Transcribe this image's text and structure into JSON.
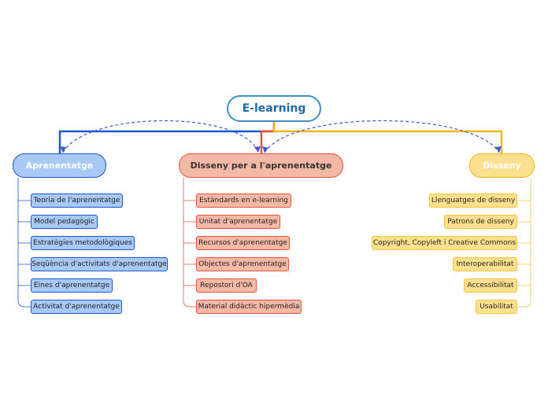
{
  "title": "E-learning",
  "colors": {
    "blue": "#1b58c8",
    "red": "#e4553a",
    "yellow": "#f3b61f",
    "dash": "#3b5bdb"
  },
  "branches": [
    {
      "label": "Aprenentatge",
      "items": [
        "Teoria de l'aprenentatge",
        "Model pedagògic",
        "Estratègies metodològiques",
        "Seqüència d'activitats d'aprenentatge",
        "Eines d'aprenentatge",
        "Activitat d'aprenentatge"
      ]
    },
    {
      "label": "Disseny per a l'aprenentatge",
      "items": [
        "Estàndards en e-learning",
        "Unitat d'aprenentatge",
        "Recursos d'aprenentatge",
        "Objectes d'aprenentatge",
        "Repostori d'OA",
        "Material didàctic hipermèdia"
      ]
    },
    {
      "label": "Disseny",
      "items": [
        "Llenguatges de disseny",
        "Patrons de disseny",
        "Copyright, Copyleft i Creative Commons",
        "Interoperabilitat",
        "Accessibilitat",
        "Usabilitat"
      ]
    }
  ]
}
